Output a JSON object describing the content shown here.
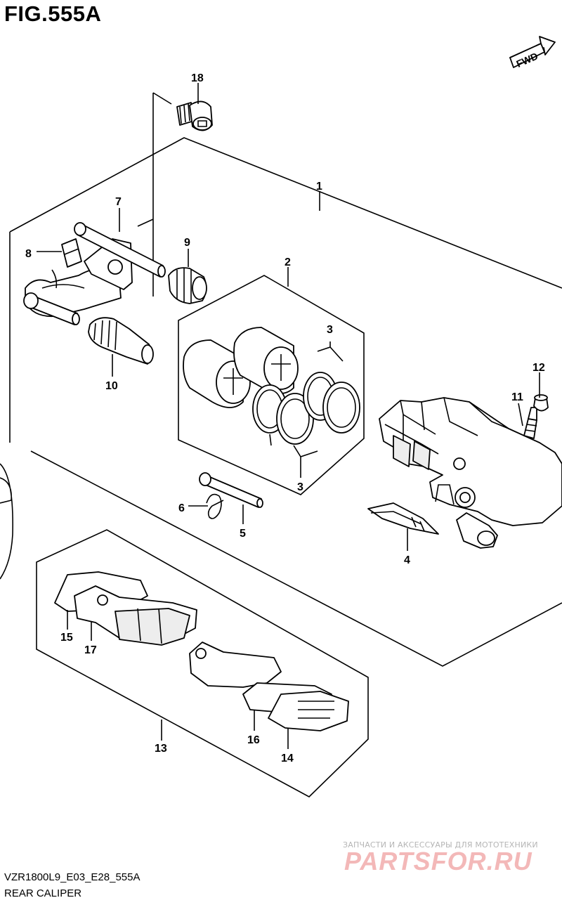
{
  "figure": {
    "title": "FIG.555A",
    "code": "VZR1800L9_E03_E28_555A",
    "name": "REAR CALIPER",
    "direction_badge": "FWD"
  },
  "callouts": [
    {
      "id": "c1",
      "label": "1"
    },
    {
      "id": "c2",
      "label": "2"
    },
    {
      "id": "c3a",
      "label": "3"
    },
    {
      "id": "c3b",
      "label": "3"
    },
    {
      "id": "c4",
      "label": "4"
    },
    {
      "id": "c5",
      "label": "5"
    },
    {
      "id": "c6",
      "label": "6"
    },
    {
      "id": "c7",
      "label": "7"
    },
    {
      "id": "c8",
      "label": "8"
    },
    {
      "id": "c9",
      "label": "9"
    },
    {
      "id": "c10",
      "label": "10"
    },
    {
      "id": "c11",
      "label": "11"
    },
    {
      "id": "c12",
      "label": "12"
    },
    {
      "id": "c13",
      "label": "13"
    },
    {
      "id": "c14",
      "label": "14"
    },
    {
      "id": "c15",
      "label": "15"
    },
    {
      "id": "c16",
      "label": "16"
    },
    {
      "id": "c17",
      "label": "17"
    },
    {
      "id": "c18",
      "label": "18"
    }
  ],
  "watermark": {
    "tagline": "ЗАПЧАСТИ И АКСЕССУАРЫ ДЛЯ МОТОТЕХНИКИ",
    "brand": "PARTSFOR.RU"
  }
}
